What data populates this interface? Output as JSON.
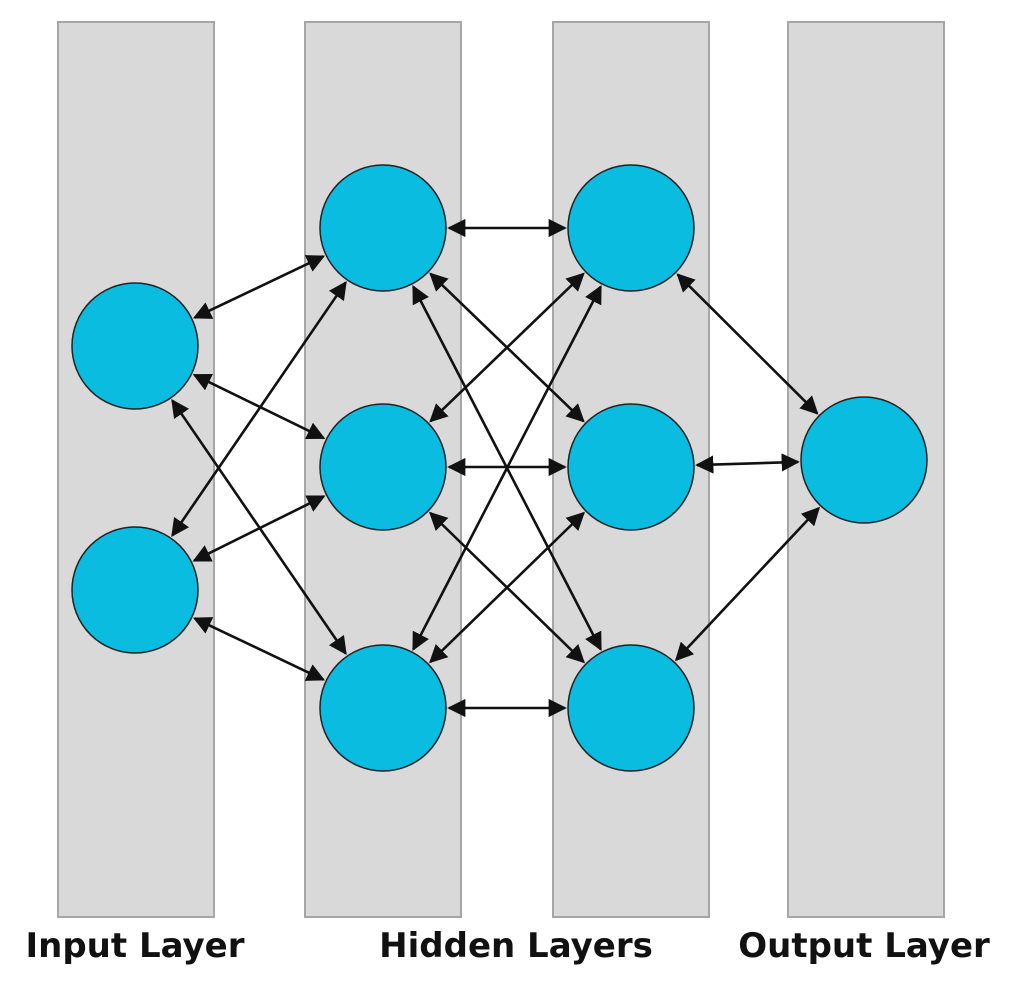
{
  "labels": {
    "input": "Input Layer",
    "hidden": "Hidden Layers",
    "output": "Output Layer"
  },
  "colors": {
    "background": "#ffffff",
    "column": "#d9d9d9",
    "column_border": "#a6a6a6",
    "node": "#0abde0",
    "node_border": "#222222",
    "edge": "#111111"
  },
  "network": {
    "layers": [
      {
        "id": "input",
        "nodes": [
          "i1",
          "i2"
        ]
      },
      {
        "id": "hidden1",
        "nodes": [
          "h1a",
          "h1b",
          "h1c"
        ]
      },
      {
        "id": "hidden2",
        "nodes": [
          "h2a",
          "h2b",
          "h2c"
        ]
      },
      {
        "id": "output",
        "nodes": [
          "o1"
        ]
      }
    ],
    "edges": [
      [
        "i1",
        "h1a"
      ],
      [
        "i1",
        "h1b"
      ],
      [
        "i1",
        "h1c"
      ],
      [
        "i2",
        "h1a"
      ],
      [
        "i2",
        "h1b"
      ],
      [
        "i2",
        "h1c"
      ],
      [
        "h1a",
        "h2a"
      ],
      [
        "h1a",
        "h2b"
      ],
      [
        "h1a",
        "h2c"
      ],
      [
        "h1b",
        "h2a"
      ],
      [
        "h1b",
        "h2b"
      ],
      [
        "h1b",
        "h2c"
      ],
      [
        "h1c",
        "h2a"
      ],
      [
        "h1c",
        "h2b"
      ],
      [
        "h1c",
        "h2c"
      ],
      [
        "h2a",
        "o1"
      ],
      [
        "h2b",
        "o1"
      ],
      [
        "h2c",
        "o1"
      ]
    ],
    "edge_style": "bidirectional-arrow"
  }
}
